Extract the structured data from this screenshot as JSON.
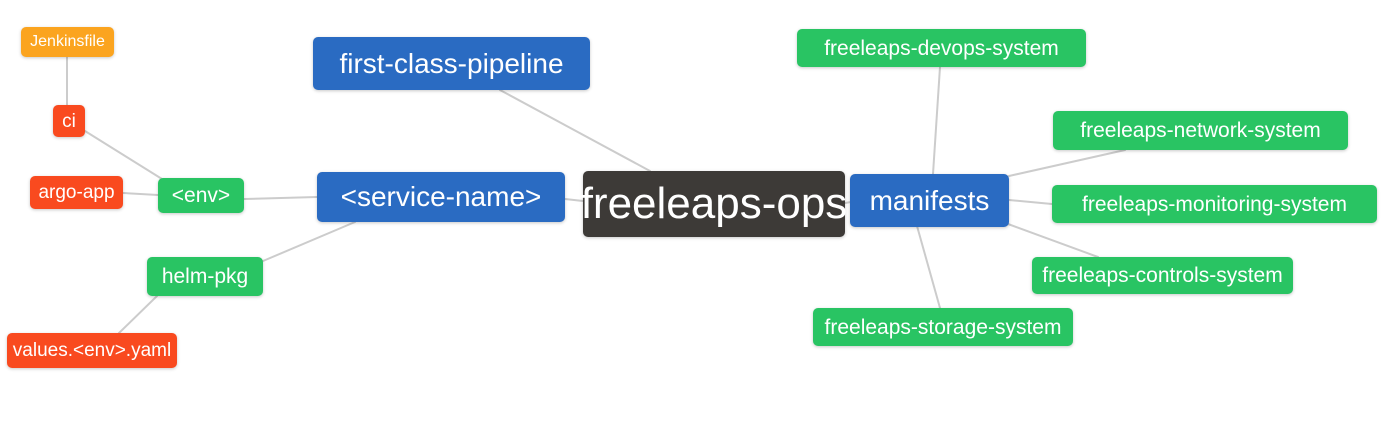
{
  "mindmap": {
    "nodes": [
      {
        "id": "jenkinsfile",
        "label": "Jenkinsfile",
        "level": 5,
        "parent": "ci"
      },
      {
        "id": "ci",
        "label": "ci",
        "level": 4,
        "parent": "env"
      },
      {
        "id": "argo-app",
        "label": "argo-app",
        "level": 4,
        "parent": "env"
      },
      {
        "id": "env",
        "label": "<env>",
        "level": 3,
        "parent": "service-name"
      },
      {
        "id": "helm-pkg",
        "label": "helm-pkg",
        "level": 3,
        "parent": "service-name"
      },
      {
        "id": "values-env-yaml",
        "label": "values.<env>.yaml",
        "level": 4,
        "parent": "helm-pkg"
      },
      {
        "id": "first-class-pipeline",
        "label": "first-class-pipeline",
        "level": 2,
        "parent": "freeleaps-ops"
      },
      {
        "id": "service-name",
        "label": "<service-name>",
        "level": 2,
        "parent": "freeleaps-ops"
      },
      {
        "id": "freeleaps-ops",
        "label": "freeleaps-ops",
        "level": 1,
        "parent": null
      },
      {
        "id": "manifests",
        "label": "manifests",
        "level": 2,
        "parent": "freeleaps-ops"
      },
      {
        "id": "freeleaps-devops-system",
        "label": "freeleaps-devops-system",
        "level": 3,
        "parent": "manifests"
      },
      {
        "id": "freeleaps-network-system",
        "label": "freeleaps-network-system",
        "level": 3,
        "parent": "manifests"
      },
      {
        "id": "freeleaps-monitoring-system",
        "label": "freeleaps-monitoring-system",
        "level": 3,
        "parent": "manifests"
      },
      {
        "id": "freeleaps-controls-system",
        "label": "freeleaps-controls-system",
        "level": 3,
        "parent": "manifests"
      },
      {
        "id": "freeleaps-storage-system",
        "label": "freeleaps-storage-system",
        "level": 3,
        "parent": "manifests"
      }
    ]
  },
  "palette": {
    "root": "#3d3a37",
    "level2": "#2a6bc2",
    "level3": "#29c463",
    "level4": "#f94a1f",
    "level5": "#fba41f",
    "edge": "#cccccc",
    "text": "#ffffff",
    "background": "#ffffff"
  }
}
